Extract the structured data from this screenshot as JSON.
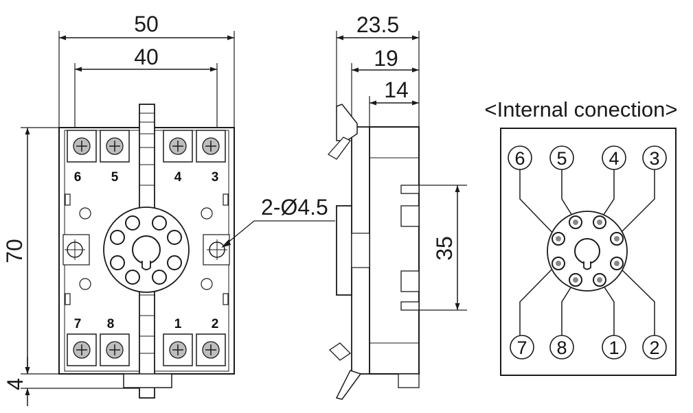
{
  "dimensions": {
    "overall_width": "50",
    "mount_spacing": "40",
    "height": "70",
    "bottom_offset": "4",
    "depth_total": "23.5",
    "depth_mid": "19",
    "depth_body": "14",
    "rail_width": "35",
    "hole_spec": "2-Ø4.5"
  },
  "front_terminals": {
    "top": [
      "6",
      "5",
      "4",
      "3"
    ],
    "bottom": [
      "7",
      "8",
      "1",
      "2"
    ]
  },
  "internal": {
    "title": "<Internal conection>",
    "top_pins": [
      "6",
      "5",
      "4",
      "3"
    ],
    "bottom_pins": [
      "7",
      "8",
      "1",
      "2"
    ]
  },
  "colors": {
    "line": "#1a1a1a",
    "body_fill": "#ffffff",
    "screw_fill": "#bdbdbd"
  }
}
